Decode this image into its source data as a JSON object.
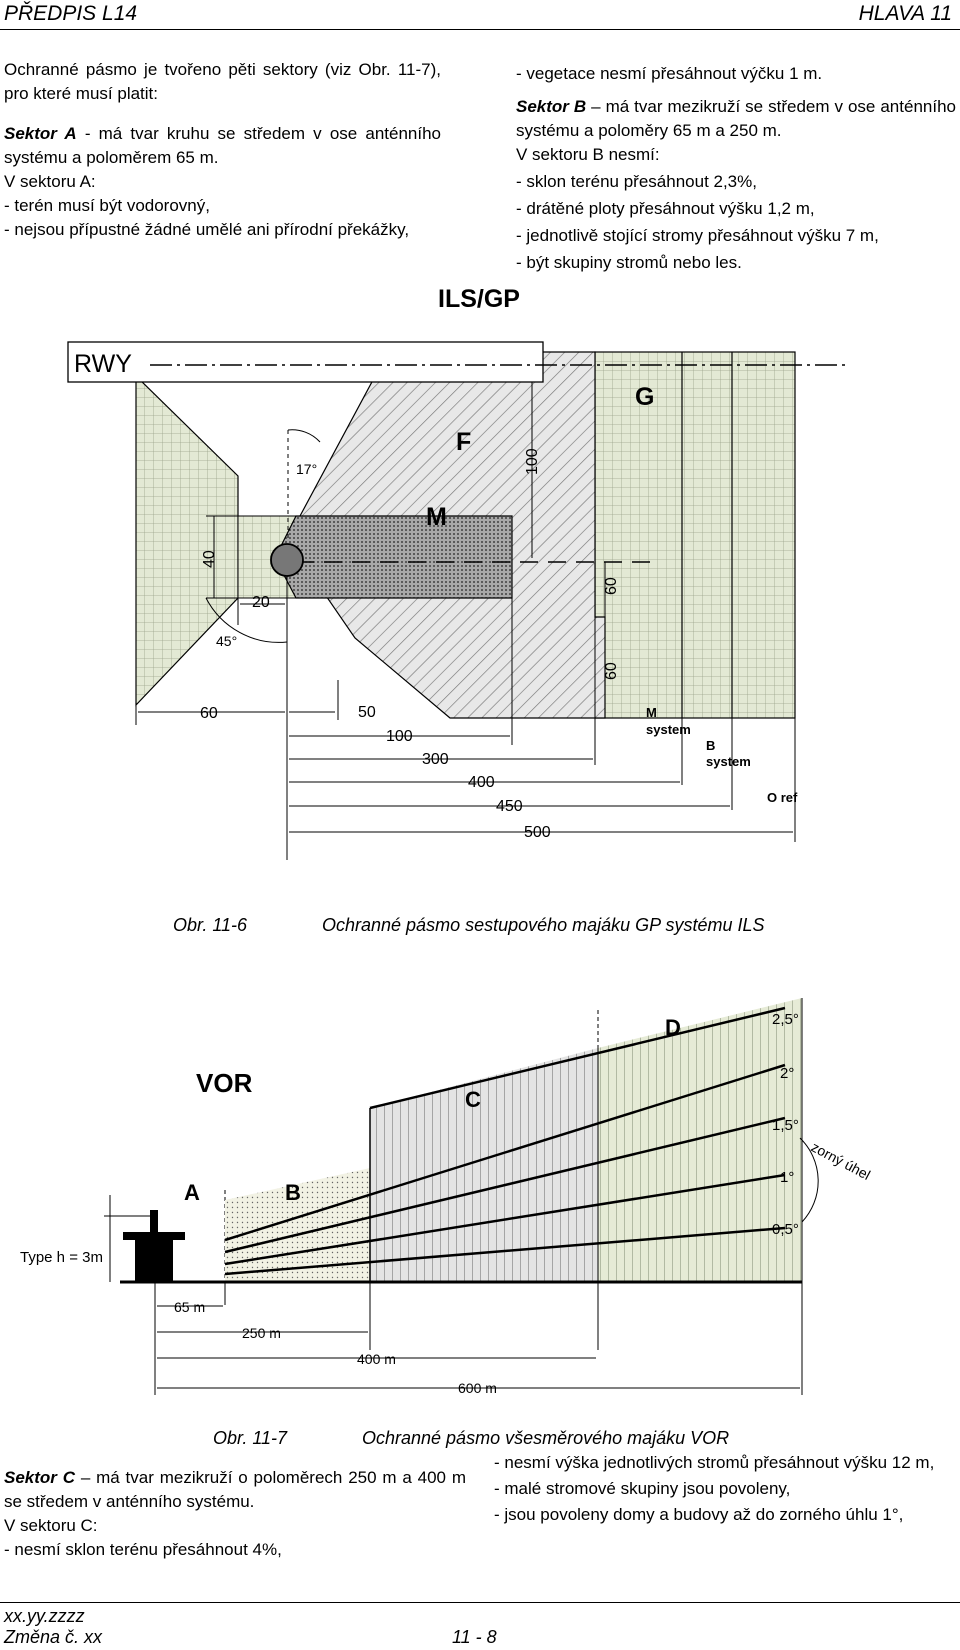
{
  "header": {
    "left": "PŘEDPIS L14",
    "right": "HLAVA 11"
  },
  "top_left": {
    "intro": "Ochranné pásmo je tvořeno pěti sektory (viz Obr. 11-7), pro které musí platit:",
    "sector_a_label": "Sektor A",
    "sector_a_text": " - má tvar kruhu se středem v ose anténního systému a poloměrem 65 m.",
    "sector_a_intro": "V sektoru A:",
    "items": [
      "-   terén musí být vodorovný,",
      "-   nejsou přípustné žádné umělé ani přírodní překážky,"
    ]
  },
  "top_right": {
    "item0": "-   vegetace nesmí přesáhnout výčku 1 m.",
    "sector_b_label": "Sektor B",
    "sector_b_text": " – má tvar mezikruží se středem v ose anténního systému a poloměry 65 m a 250 m.",
    "sector_b_intro": "V sektoru B nesmí:",
    "items": [
      "-   sklon terénu přesáhnout 2,3%,",
      "-   drátěné ploty přesáhnout výšku 1,2 m,",
      "-   jednotlivě stojící stromy přesáhnout výšku 7 m,",
      "-   být skupiny stromů nebo les."
    ]
  },
  "fig1": {
    "title": "ILS/GP",
    "rwy": "RWY",
    "zones": {
      "g": "G",
      "f": "F",
      "m": "M"
    },
    "angle_17": "17°",
    "angle_45": "45°",
    "dims": {
      "d100v": "100",
      "d40": "40",
      "d20": "20",
      "d60a": "60",
      "d60b": "60",
      "d60c": "60",
      "d50": "50",
      "d100": "100",
      "d300": "300",
      "d400": "400",
      "d450": "450",
      "d500": "500"
    },
    "m_system": [
      "M",
      "system"
    ],
    "b_system": [
      "B",
      "system"
    ],
    "o_ref": "O ref",
    "caption_num": "Obr. 11-6",
    "caption_text": "Ochranné pásmo sestupového majáku GP systému ILS"
  },
  "fig2": {
    "title": "VOR",
    "zones": {
      "a": "A",
      "b": "B",
      "c": "C",
      "d": "D"
    },
    "type_h": "Type h = 3m",
    "angles": [
      "2,5°",
      "2°",
      "1,5°",
      "1°",
      "0,5°"
    ],
    "zorny": "zorný úhel",
    "dims": [
      "65 m",
      "250 m",
      "400 m",
      "600 m"
    ],
    "caption_num": "Obr. 11-7",
    "caption_text": "Ochranné pásmo všesměrového majáku VOR"
  },
  "bottom_left": {
    "sector_c_label": "Sektor C",
    "sector_c_text": " – má tvar mezikruží o poloměrech 250 m a 400 m se středem v anténního systému.",
    "sector_c_intro": "V sektoru C:",
    "items": [
      "-   nesmí sklon terénu přesáhnout 4%,"
    ]
  },
  "bottom_right": {
    "items": [
      "-   nesmí výška jednotlivých stromů přesáhnout výšku 12 m,",
      "-   malé stromové skupiny jsou povoleny,",
      "-   jsou povoleny domy a budovy až do zorného úhlu 1°,"
    ]
  },
  "footer": {
    "line1": "xx.yy.zzzz",
    "line2": "Změna č. xx",
    "page": "11 - 8"
  }
}
